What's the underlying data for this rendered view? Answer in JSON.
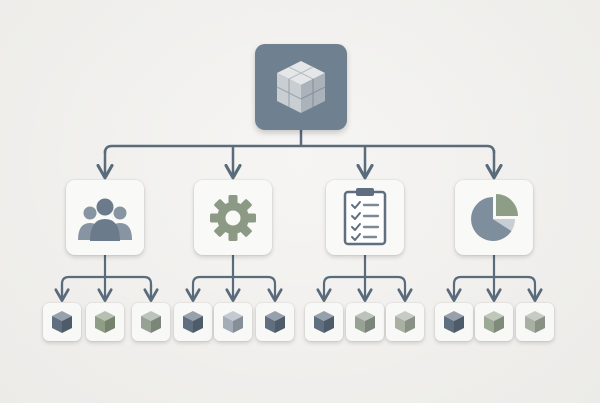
{
  "diagram": {
    "root": {
      "icon": "stacked-cubes-icon"
    },
    "branches": [
      {
        "id": "team",
        "icon": "users-icon",
        "leaf_colors": [
          "#5f6f80",
          "#8e9e86",
          "#97a295"
        ]
      },
      {
        "id": "settings",
        "icon": "gear-icon",
        "leaf_colors": [
          "#5f6f80",
          "#a3adb8",
          "#5f6f80"
        ]
      },
      {
        "id": "tasks",
        "icon": "clipboard-checklist-icon",
        "leaf_colors": [
          "#5f6f80",
          "#97a295",
          "#a7b0a2"
        ]
      },
      {
        "id": "analytics",
        "icon": "pie-chart-icon",
        "leaf_colors": [
          "#5f6f80",
          "#9ba995",
          "#a7b0a2"
        ]
      }
    ]
  },
  "colors": {
    "connector": "#5a6b7c",
    "root_fill": "#6f8090",
    "slate": "#5f6f80",
    "sage": "#8e9e86",
    "grey": "#a3adb8"
  }
}
